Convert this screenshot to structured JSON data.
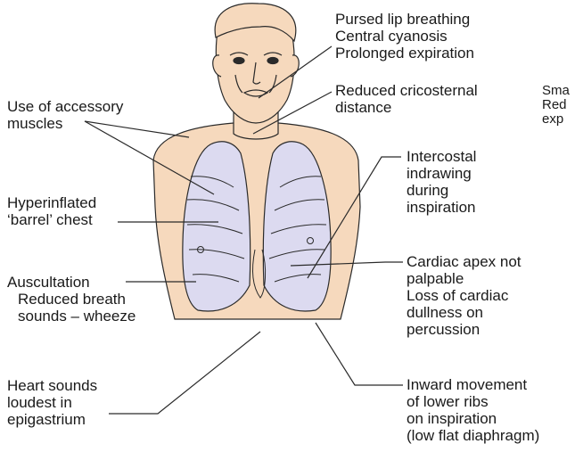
{
  "labels": {
    "pursed_lip": "Pursed lip breathing\nCentral cyanosis\nProlonged expiration",
    "cricosternal": "Reduced cricosternal\ndistance",
    "clipped_right": "Sma\nRed\nexp",
    "accessory_muscles": "Use of accessory\nmuscles",
    "intercostal": "Intercostal\nindrawing\nduring\ninspiration",
    "barrel_chest": "Hyperinflated\n‘barrel’ chest",
    "auscultation_title": "Auscultation",
    "auscultation_detail": "Reduced breath\nsounds – wheeze",
    "cardiac_apex": "Cardiac apex not\npalpable\nLoss of cardiac\ndullness on\npercussion",
    "heart_sounds": "Heart sounds\nloudest in\nepigastrium",
    "inward_ribs": "Inward movement\nof lower ribs\non inspiration\n(low flat diaphragm)"
  },
  "colors": {
    "skin": "#f6d9bd",
    "lung": "#dcdaf0",
    "line": "#2a2a2a"
  }
}
